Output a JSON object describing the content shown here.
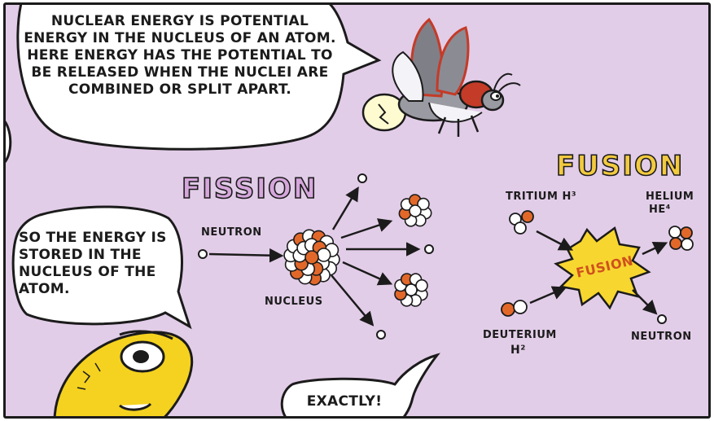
{
  "speech": {
    "top": "NUCLEAR ENERGY IS POTENTIAL ENERGY IN THE NUCLEUS OF AN ATOM. HERE ENERGY HAS THE POTENTIAL TO BE RELEASED WHEN THE NUCLEI ARE COMBINED OR SPLIT APART.",
    "left": "SO THE ENERGY IS STORED IN THE NUCLEUS OF THE ATOM.",
    "bottom": "EXACTLY!"
  },
  "fission": {
    "title": "FISSION",
    "neutron_label": "NEUTRON",
    "nucleus_label": "NUCLEUS"
  },
  "fusion": {
    "title": "FUSION",
    "tritium_label": "TRITIUM H³",
    "helium_label": "HELIUM",
    "helium_symbol": "He⁴",
    "deuterium_label": "DEUTERIUM",
    "deuterium_symbol": "H²",
    "neutron_label": "NEUTRON",
    "burst_label": "FUSION"
  },
  "colors": {
    "background": "#e2cde8",
    "proton": "#e2682a",
    "title_fill": "#f2ca3f",
    "burst": "#f7d630",
    "outline": "#1b1b1b"
  }
}
